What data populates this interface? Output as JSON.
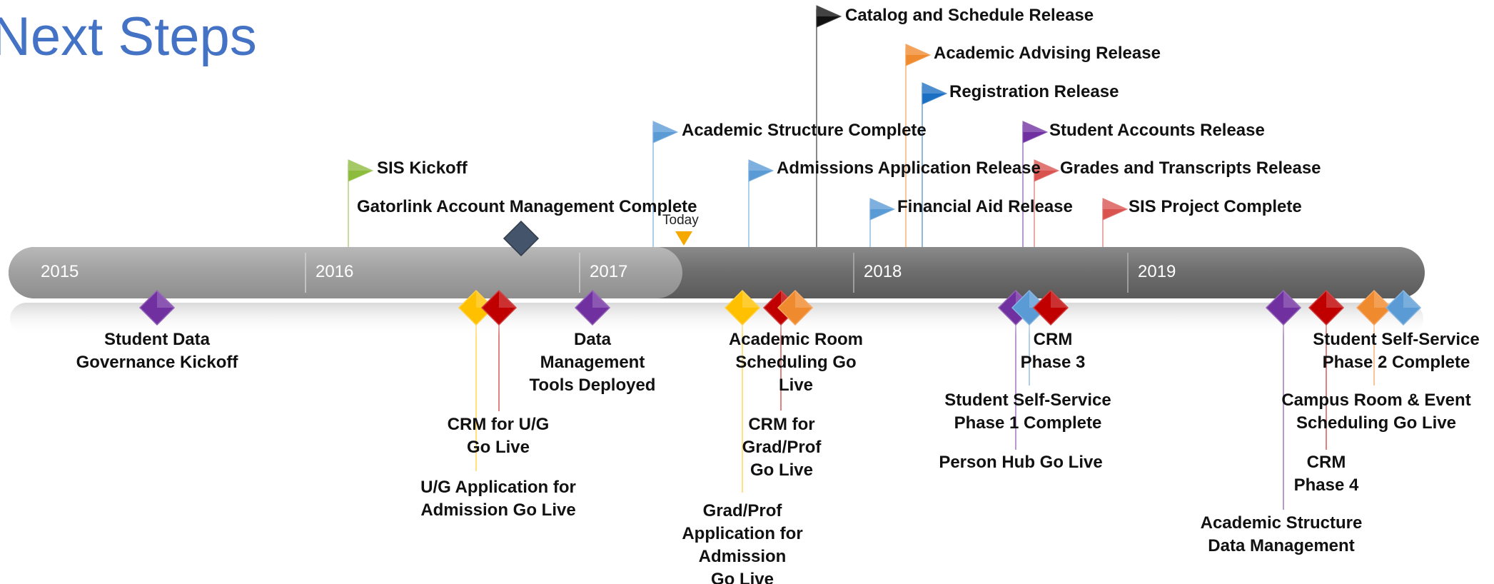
{
  "title": "Next Steps",
  "today_label": "Today",
  "years": [
    "2015",
    "2016",
    "2017",
    "2018",
    "2019"
  ],
  "above_events": [
    {
      "name": "flag-catalog-schedule",
      "label": "Catalog and Schedule Release",
      "color": "#111111"
    },
    {
      "name": "flag-academic-advising",
      "label": "Academic Advising Release",
      "color": "#F08A2E"
    },
    {
      "name": "flag-registration",
      "label": "Registration Release",
      "color": "#1B6FC2"
    },
    {
      "name": "flag-academic-structure",
      "label": "Academic Structure Complete",
      "color": "#5B9BD5"
    },
    {
      "name": "flag-student-accounts",
      "label": "Student Accounts Release",
      "color": "#7030A0"
    },
    {
      "name": "flag-sis-kickoff",
      "label": "SIS Kickoff",
      "color": "#8DBB3C"
    },
    {
      "name": "flag-admissions-application",
      "label": "Admissions Application Release",
      "color": "#5B9BD5"
    },
    {
      "name": "flag-grades-transcripts",
      "label": "Grades and Transcripts Release",
      "color": "#D9534F"
    },
    {
      "name": "flag-gatorlink",
      "label": "Gatorlink Account Management Complete",
      "color": "#44546A"
    },
    {
      "name": "flag-financial-aid",
      "label": "Financial Aid Release",
      "color": "#5B9BD5"
    },
    {
      "name": "flag-sis-complete",
      "label": "SIS Project Complete",
      "color": "#D9534F"
    }
  ],
  "below_events": [
    {
      "name": "student-data-governance",
      "label": "Student Data\nGovernance Kickoff",
      "color": "#7030A0"
    },
    {
      "name": "crm-ug",
      "label": "CRM for U/G\nGo Live",
      "color": "#C00000"
    },
    {
      "name": "ug-application",
      "label": "U/G Application for\nAdmission Go Live",
      "color": "#FFC000"
    },
    {
      "name": "data-management-tools",
      "label": "Data\nManagement\nTools Deployed",
      "color": "#7030A0"
    },
    {
      "name": "academic-room-scheduling",
      "label": "Academic Room\nScheduling Go\nLive",
      "color": "#F08A2E"
    },
    {
      "name": "crm-grad-prof",
      "label": "CRM for\nGrad/Prof\nGo Live",
      "color": "#C00000"
    },
    {
      "name": "grad-prof-application",
      "label": "Grad/Prof\nApplication for\nAdmission\nGo Live",
      "color": "#FFC000"
    },
    {
      "name": "crm-phase-3",
      "label": "CRM\nPhase 3",
      "color": "#C00000"
    },
    {
      "name": "student-self-service-1",
      "label": "Student Self-Service\nPhase 1 Complete",
      "color": "#5B9BD5"
    },
    {
      "name": "person-hub",
      "label": "Person Hub Go Live",
      "color": "#7030A0"
    },
    {
      "name": "student-self-service-2",
      "label": "Student Self-Service\nPhase 2 Complete",
      "color": "#5B9BD5"
    },
    {
      "name": "campus-room-event",
      "label": "Campus Room & Event\nScheduling Go Live",
      "color": "#F08A2E"
    },
    {
      "name": "crm-phase-4",
      "label": "CRM\nPhase 4",
      "color": "#C00000"
    },
    {
      "name": "academic-structure-data-mgmt",
      "label": "Academic Structure\nData Management",
      "color": "#7030A0"
    }
  ]
}
